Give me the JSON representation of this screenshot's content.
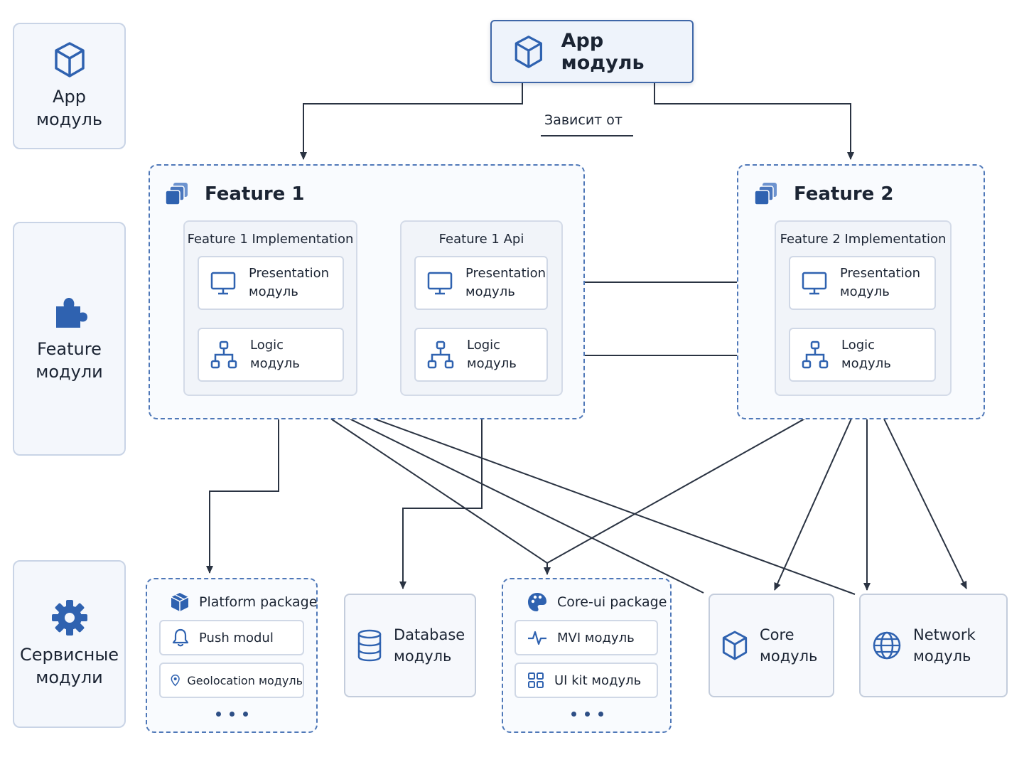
{
  "sidebar": {
    "app": {
      "line1": "App",
      "line2": "модуль",
      "icon": "cube-icon"
    },
    "feature": {
      "line1": "Feature",
      "line2": "модули",
      "icon": "puzzle-icon"
    },
    "service": {
      "line1": "Сервисные",
      "line2": "модули",
      "icon": "gear-icon"
    }
  },
  "app_module": {
    "label": "App модуль",
    "icon": "cube-icon"
  },
  "legend": {
    "depends_on": "Зависит от"
  },
  "feature1": {
    "title": "Feature 1",
    "icon": "stacked-layers-icon",
    "implementation": {
      "title": "Feature 1 Implementation",
      "presentation": {
        "line1": "Presentation",
        "line2": "модуль",
        "icon": "monitor-icon"
      },
      "logic": {
        "line1": "Logic",
        "line2": "модуль",
        "icon": "hierarchy-icon"
      }
    },
    "api": {
      "title": "Feature 1 Api",
      "presentation": {
        "line1": "Presentation",
        "line2": "модуль",
        "icon": "monitor-icon"
      },
      "logic": {
        "line1": "Logic",
        "line2": "модуль",
        "icon": "hierarchy-icon"
      }
    }
  },
  "feature2": {
    "title": "Feature 2",
    "icon": "stacked-layers-icon",
    "implementation": {
      "title": "Feature 2 Implementation",
      "presentation": {
        "line1": "Presentation",
        "line2": "модуль",
        "icon": "monitor-icon"
      },
      "logic": {
        "line1": "Logic",
        "line2": "модуль",
        "icon": "hierarchy-icon"
      }
    }
  },
  "services": {
    "platform": {
      "title": "Platform package",
      "icon": "package-icon",
      "items": [
        {
          "label": "Push modul",
          "icon": "bell-icon"
        },
        {
          "label": "Geolocation модуль",
          "icon": "location-pin-icon"
        }
      ]
    },
    "database": {
      "line1": "Database",
      "line2": "модуль",
      "icon": "database-icon"
    },
    "coreui": {
      "title": "Core-ui package",
      "icon": "palette-icon",
      "items": [
        {
          "label": "MVI модуль",
          "icon": "pulse-icon"
        },
        {
          "label": "UI kit модуль",
          "icon": "grid-icon"
        }
      ]
    },
    "core": {
      "line1": "Core",
      "line2": "модуль",
      "icon": "cube-icon"
    },
    "network": {
      "line1": "Network",
      "line2": "модуль",
      "icon": "globe-icon"
    }
  },
  "colors": {
    "accent": "#2f62b0",
    "border_dashed": "#4f78b8",
    "arrow": "#2a3342",
    "panel_bg": "#f1f4f9"
  }
}
